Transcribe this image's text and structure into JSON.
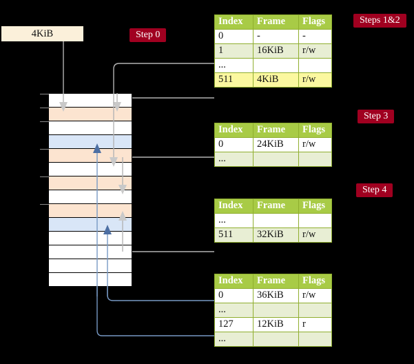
{
  "title": "Four-level page table walk diagram",
  "source_box": {
    "label": "4KiB"
  },
  "steps": {
    "step0": "Step 0",
    "steps12": "Steps 1&2",
    "step3": "Step 3",
    "step4": "Step 4"
  },
  "memory": {
    "name": "physical-memory-column",
    "row_count": 14,
    "rows": [
      {
        "fill": "white",
        "color": "#FFFFFF"
      },
      {
        "fill": "orange",
        "color": "#FCE4D0"
      },
      {
        "fill": "white",
        "color": "#FFFFFF"
      },
      {
        "fill": "blue",
        "color": "#D9E6F7"
      },
      {
        "fill": "orange",
        "color": "#FCE4D0"
      },
      {
        "fill": "white",
        "color": "#FFFFFF"
      },
      {
        "fill": "orange",
        "color": "#FCE4D0"
      },
      {
        "fill": "white",
        "color": "#FFFFFF"
      },
      {
        "fill": "orange",
        "color": "#FCE4D0"
      },
      {
        "fill": "blue",
        "color": "#D9E6F7"
      },
      {
        "fill": "white",
        "color": "#FFFFFF"
      },
      {
        "fill": "white",
        "color": "#FFFFFF"
      },
      {
        "fill": "white",
        "color": "#FFFFFF"
      },
      {
        "fill": "white",
        "color": "#FFFFFF"
      }
    ]
  },
  "colors": {
    "accent_green": "#A8CB46",
    "table_alt_row": "#E8EED4",
    "highlight_yellow": "#FBF8A0",
    "pill_red": "#A00020",
    "memory_orange": "#FCE4D0",
    "memory_blue": "#D9E6F7",
    "source_box": "#FBF0DA",
    "wire_grey": "#B3B3B3",
    "wire_blue": "#7799C4",
    "background": "#000000"
  },
  "tables": [
    {
      "name": "pml4-table",
      "headers": [
        "Index",
        "Frame",
        "Flags"
      ],
      "rows": [
        {
          "cells": [
            "0",
            "-",
            "-"
          ],
          "alt": false,
          "highlight": false
        },
        {
          "cells": [
            "1",
            "16KiB",
            "r/w"
          ],
          "alt": true,
          "highlight": false
        },
        {
          "cells": [
            "...",
            "",
            ""
          ],
          "alt": false,
          "highlight": false
        },
        {
          "cells": [
            "511",
            "4KiB",
            "r/w"
          ],
          "alt": true,
          "highlight": true
        }
      ]
    },
    {
      "name": "pdpt-table",
      "headers": [
        "Index",
        "Frame",
        "Flags"
      ],
      "rows": [
        {
          "cells": [
            "0",
            "24KiB",
            "r/w"
          ],
          "alt": false,
          "highlight": false
        },
        {
          "cells": [
            "...",
            "",
            ""
          ],
          "alt": true,
          "highlight": false
        }
      ]
    },
    {
      "name": "pd-table",
      "headers": [
        "Index",
        "Frame",
        "Flags"
      ],
      "rows": [
        {
          "cells": [
            "...",
            "",
            ""
          ],
          "alt": false,
          "highlight": false
        },
        {
          "cells": [
            "511",
            "32KiB",
            "r/w"
          ],
          "alt": true,
          "highlight": false
        }
      ]
    },
    {
      "name": "pt-table",
      "headers": [
        "Index",
        "Frame",
        "Flags"
      ],
      "rows": [
        {
          "cells": [
            "0",
            "36KiB",
            "r/w"
          ],
          "alt": false,
          "highlight": false
        },
        {
          "cells": [
            "...",
            "",
            ""
          ],
          "alt": true,
          "highlight": false
        },
        {
          "cells": [
            "127",
            "12KiB",
            "r"
          ],
          "alt": false,
          "highlight": false
        },
        {
          "cells": [
            "...",
            "",
            ""
          ],
          "alt": true,
          "highlight": false
        }
      ]
    }
  ]
}
